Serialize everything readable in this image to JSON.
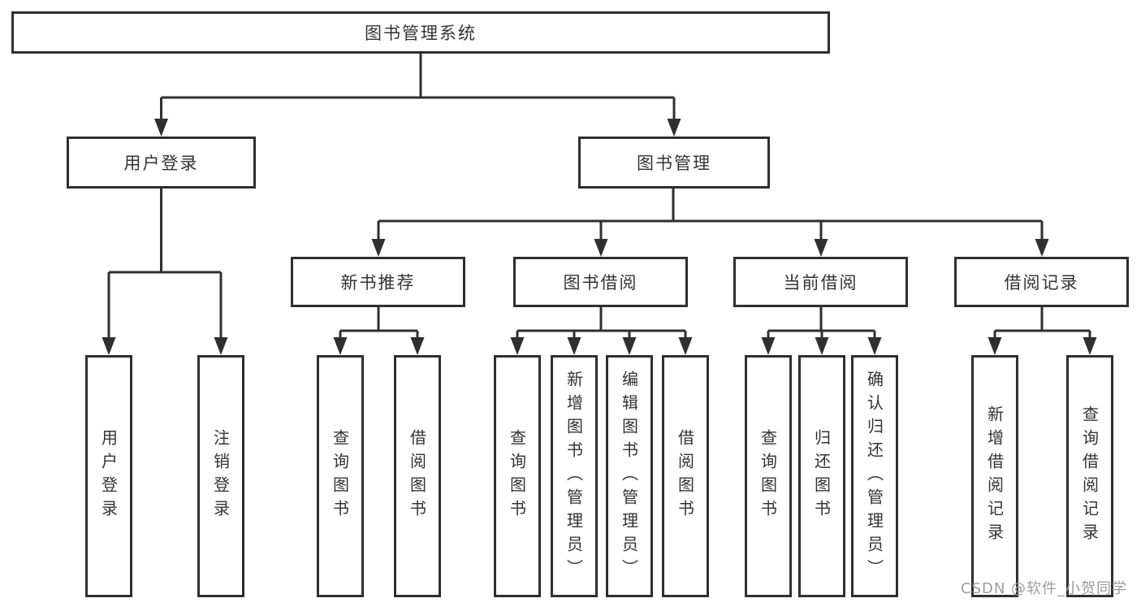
{
  "tree": {
    "root": {
      "label": "图书管理系统"
    },
    "branches": [
      {
        "label": "用户登录",
        "children": [
          {
            "label": "用户登录"
          },
          {
            "label": "注销登录"
          }
        ]
      },
      {
        "label": "图书管理",
        "children": [
          {
            "label": "新书推荐",
            "children": [
              {
                "label": "查询图书"
              },
              {
                "label": "借阅图书"
              }
            ]
          },
          {
            "label": "图书借阅",
            "children": [
              {
                "label": "查询图书"
              },
              {
                "label": "新增图书（管理员）"
              },
              {
                "label": "编辑图书（管理员）"
              },
              {
                "label": "借阅图书"
              }
            ]
          },
          {
            "label": "当前借阅",
            "children": [
              {
                "label": "查询图书"
              },
              {
                "label": "归还图书"
              },
              {
                "label": "确认归还（管理员）"
              }
            ]
          },
          {
            "label": "借阅记录",
            "children": [
              {
                "label": "新增借阅记录"
              },
              {
                "label": "查询借阅记录"
              }
            ]
          }
        ]
      }
    ]
  },
  "watermark": {
    "text": "CSDN @软件_小贺同学"
  },
  "colors": {
    "line": "#2f2f2f",
    "text": "#333333",
    "background": "#ffffff",
    "box_fill": "#ffffff",
    "watermark": "#9c9c9c"
  }
}
